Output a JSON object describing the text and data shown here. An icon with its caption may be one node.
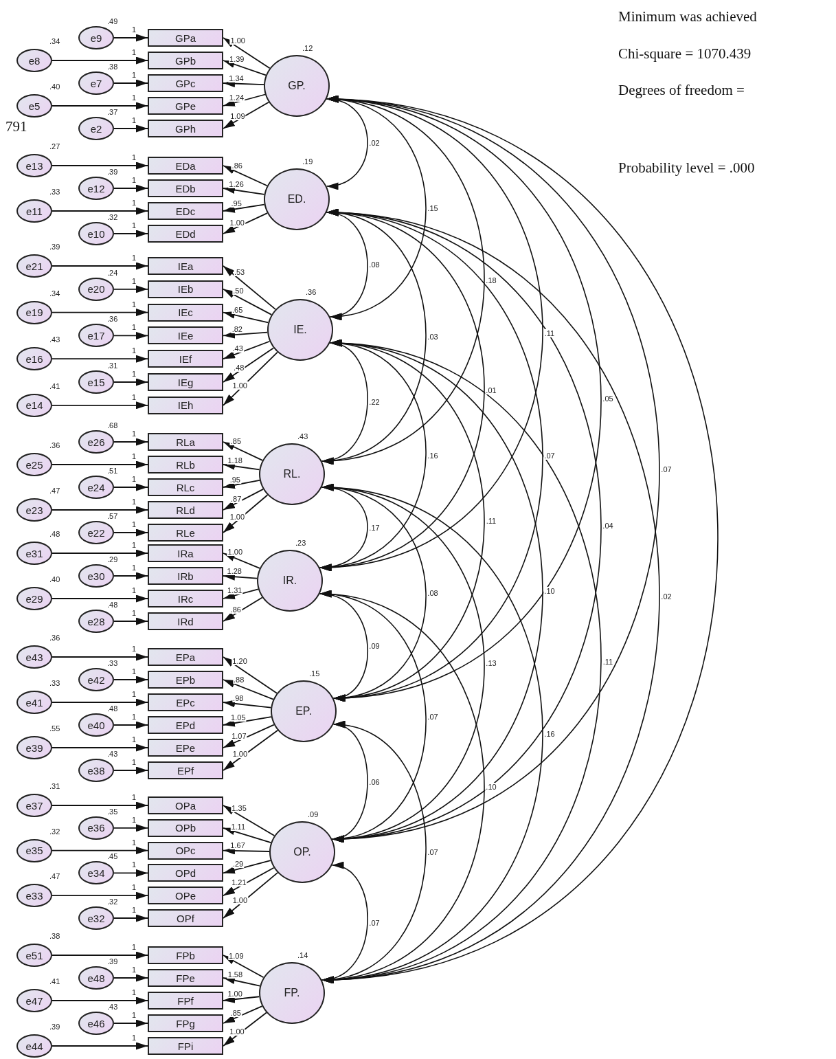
{
  "diagram": {
    "nodes": [
      {
        "text": [
          "GP."
        ],
        "beside": [
          ".12"
        ]
      },
      {
        "text": [
          "GPa"
        ]
      },
      {
        "text": [
          "e9"
        ],
        "beside": [
          ".49"
        ]
      },
      {
        "text": [
          "GPb"
        ]
      },
      {
        "text": [
          "e8"
        ],
        "beside": [
          ".34"
        ]
      },
      {
        "text": [
          "GPc"
        ]
      },
      {
        "text": [
          "e7"
        ],
        "beside": [
          ".38"
        ]
      },
      {
        "text": [
          "GPe"
        ]
      },
      {
        "text": [
          "e5"
        ],
        "beside": [
          ".40"
        ]
      },
      {
        "text": [
          "GPh"
        ]
      },
      {
        "text": [
          "e2"
        ],
        "beside": [
          ".37"
        ]
      },
      {
        "text": [
          "ED."
        ],
        "beside": [
          ".19"
        ]
      },
      {
        "text": [
          "EDa"
        ]
      },
      {
        "text": [
          "e13"
        ],
        "beside": [
          ".27"
        ]
      },
      {
        "text": [
          "EDb"
        ]
      },
      {
        "text": [
          "e12"
        ],
        "beside": [
          ".39"
        ]
      },
      {
        "text": [
          "EDc"
        ]
      },
      {
        "text": [
          "e11"
        ],
        "beside": [
          ".33"
        ]
      },
      {
        "text": [
          "EDd"
        ]
      },
      {
        "text": [
          "e10"
        ],
        "beside": [
          ".32"
        ]
      },
      {
        "text": [
          "IE."
        ],
        "beside": [
          ".36"
        ]
      },
      {
        "text": [
          "IEa"
        ]
      },
      {
        "text": [
          "e21"
        ],
        "beside": [
          ".39"
        ]
      },
      {
        "text": [
          "IEb"
        ]
      },
      {
        "text": [
          "e20"
        ],
        "beside": [
          ".24"
        ]
      },
      {
        "text": [
          "IEc"
        ]
      },
      {
        "text": [
          "e19"
        ],
        "beside": [
          ".34"
        ]
      },
      {
        "text": [
          "IEe"
        ]
      },
      {
        "text": [
          "e17"
        ],
        "beside": [
          ".36"
        ]
      },
      {
        "text": [
          "IEf"
        ]
      },
      {
        "text": [
          "e16"
        ],
        "beside": [
          ".43"
        ]
      },
      {
        "text": [
          "IEg"
        ]
      },
      {
        "text": [
          "e15"
        ],
        "beside": [
          ".31"
        ]
      },
      {
        "text": [
          "IEh"
        ]
      },
      {
        "text": [
          "e14"
        ],
        "beside": [
          ".41"
        ]
      },
      {
        "text": [
          "RL."
        ],
        "beside": [
          ".43"
        ]
      },
      {
        "text": [
          "RLa"
        ]
      },
      {
        "text": [
          "e26"
        ],
        "beside": [
          ".68"
        ]
      },
      {
        "text": [
          "RLb"
        ]
      },
      {
        "text": [
          "e25"
        ],
        "beside": [
          ".36"
        ]
      },
      {
        "text": [
          "RLc"
        ]
      },
      {
        "text": [
          "e24"
        ],
        "beside": [
          ".51"
        ]
      },
      {
        "text": [
          "RLd"
        ]
      },
      {
        "text": [
          "e23"
        ],
        "beside": [
          ".47"
        ]
      },
      {
        "text": [
          "RLe"
        ]
      },
      {
        "text": [
          "e22"
        ],
        "beside": [
          ".57"
        ]
      },
      {
        "text": [
          "IR."
        ],
        "beside": [
          ".23"
        ]
      },
      {
        "text": [
          "IRa"
        ]
      },
      {
        "text": [
          "e31"
        ],
        "beside": [
          ".48"
        ]
      },
      {
        "text": [
          "IRb"
        ]
      },
      {
        "text": [
          "e30"
        ],
        "beside": [
          ".29"
        ]
      },
      {
        "text": [
          "IRc"
        ]
      },
      {
        "text": [
          "e29"
        ],
        "beside": [
          ".40"
        ]
      },
      {
        "text": [
          "IRd"
        ]
      },
      {
        "text": [
          "e28"
        ],
        "beside": [
          ".48"
        ]
      },
      {
        "text": [
          "EP."
        ],
        "beside": [
          ".15"
        ]
      },
      {
        "text": [
          "EPa"
        ]
      },
      {
        "text": [
          "e43"
        ],
        "beside": [
          ".36"
        ]
      },
      {
        "text": [
          "EPb"
        ]
      },
      {
        "text": [
          "e42"
        ],
        "beside": [
          ".33"
        ]
      },
      {
        "text": [
          "EPc"
        ]
      },
      {
        "text": [
          "e41"
        ],
        "beside": [
          ".33"
        ]
      },
      {
        "text": [
          "EPd"
        ]
      },
      {
        "text": [
          "e40"
        ],
        "beside": [
          ".48"
        ]
      },
      {
        "text": [
          "EPe"
        ]
      },
      {
        "text": [
          "e39"
        ],
        "beside": [
          ".55"
        ]
      },
      {
        "text": [
          "EPf"
        ]
      },
      {
        "text": [
          "e38"
        ],
        "beside": [
          ".43"
        ]
      },
      {
        "text": [
          "OP."
        ],
        "beside": [
          ".09"
        ]
      },
      {
        "text": [
          "OPa"
        ]
      },
      {
        "text": [
          "e37"
        ],
        "beside": [
          ".31"
        ]
      },
      {
        "text": [
          "OPb"
        ]
      },
      {
        "text": [
          "e36"
        ],
        "beside": [
          ".35"
        ]
      },
      {
        "text": [
          "OPc"
        ]
      },
      {
        "text": [
          "e35"
        ],
        "beside": [
          ".32"
        ]
      },
      {
        "text": [
          "OPd"
        ]
      },
      {
        "text": [
          "e34"
        ],
        "beside": [
          ".45"
        ]
      },
      {
        "text": [
          "OPe"
        ]
      },
      {
        "text": [
          "e33"
        ],
        "beside": [
          ".47"
        ]
      },
      {
        "text": [
          "OPf"
        ]
      },
      {
        "text": [
          "e32"
        ],
        "beside": [
          ".32"
        ]
      },
      {
        "text": [
          "FP."
        ],
        "beside": [
          ".14"
        ]
      },
      {
        "text": [
          "FPb"
        ]
      },
      {
        "text": [
          "e51"
        ],
        "beside": [
          ".38"
        ]
      },
      {
        "text": [
          "FPe"
        ]
      },
      {
        "text": [
          "e48"
        ],
        "beside": [
          ".39"
        ]
      },
      {
        "text": [
          "FPf"
        ]
      },
      {
        "text": [
          "e47"
        ],
        "beside": [
          ".41"
        ]
      },
      {
        "text": [
          "FPg"
        ]
      },
      {
        "text": [
          "e46"
        ],
        "beside": [
          ".43"
        ]
      },
      {
        "text": [
          "FPi"
        ]
      },
      {
        "text": [
          "e44"
        ],
        "beside": [
          ".39"
        ]
      }
    ],
    "edges": [
      {
        "from": 2,
        "to": 1,
        "arrow": "to",
        "label": "1"
      },
      {
        "from": 0,
        "to": 1,
        "arrow": "to",
        "label": "1.00"
      },
      {
        "from": 4,
        "to": 3,
        "arrow": "to",
        "label": "1"
      },
      {
        "from": 0,
        "to": 3,
        "arrow": "to",
        "label": "1.39"
      },
      {
        "from": 6,
        "to": 5,
        "arrow": "to",
        "label": "1"
      },
      {
        "from": 0,
        "to": 5,
        "arrow": "to",
        "label": "1.34"
      },
      {
        "from": 8,
        "to": 7,
        "arrow": "to",
        "label": "1"
      },
      {
        "from": 0,
        "to": 7,
        "arrow": "to",
        "label": "1.24"
      },
      {
        "from": 10,
        "to": 9,
        "arrow": "to",
        "label": "1"
      },
      {
        "from": 0,
        "to": 9,
        "arrow": "to",
        "label": "1.09"
      },
      {
        "from": 13,
        "to": 12,
        "arrow": "to",
        "label": "1"
      },
      {
        "from": 11,
        "to": 12,
        "arrow": "to",
        "label": ".86"
      },
      {
        "from": 15,
        "to": 14,
        "arrow": "to",
        "label": "1"
      },
      {
        "from": 11,
        "to": 14,
        "arrow": "to",
        "label": "1.26"
      },
      {
        "from": 17,
        "to": 16,
        "arrow": "to",
        "label": "1"
      },
      {
        "from": 11,
        "to": 16,
        "arrow": "to",
        "label": ".95"
      },
      {
        "from": 19,
        "to": 18,
        "arrow": "to",
        "label": "1"
      },
      {
        "from": 11,
        "to": 18,
        "arrow": "to",
        "label": "1.00"
      },
      {
        "from": 22,
        "to": 21,
        "arrow": "to",
        "label": "1"
      },
      {
        "from": 20,
        "to": 21,
        "arrow": "to",
        "label": ".53"
      },
      {
        "from": 24,
        "to": 23,
        "arrow": "to",
        "label": "1"
      },
      {
        "from": 20,
        "to": 23,
        "arrow": "to",
        "label": ".50"
      },
      {
        "from": 26,
        "to": 25,
        "arrow": "to",
        "label": "1"
      },
      {
        "from": 20,
        "to": 25,
        "arrow": "to",
        "label": ".65"
      },
      {
        "from": 28,
        "to": 27,
        "arrow": "to",
        "label": "1"
      },
      {
        "from": 20,
        "to": 27,
        "arrow": "to",
        "label": ".82"
      },
      {
        "from": 30,
        "to": 29,
        "arrow": "to",
        "label": "1"
      },
      {
        "from": 20,
        "to": 29,
        "arrow": "to",
        "label": ".43"
      },
      {
        "from": 32,
        "to": 31,
        "arrow": "to",
        "label": "1"
      },
      {
        "from": 20,
        "to": 31,
        "arrow": "to",
        "label": ".48"
      },
      {
        "from": 34,
        "to": 33,
        "arrow": "to",
        "label": "1"
      },
      {
        "from": 20,
        "to": 33,
        "arrow": "to",
        "label": "1.00"
      },
      {
        "from": 37,
        "to": 36,
        "arrow": "to",
        "label": "1"
      },
      {
        "from": 35,
        "to": 36,
        "arrow": "to",
        "label": ".85"
      },
      {
        "from": 39,
        "to": 38,
        "arrow": "to",
        "label": "1"
      },
      {
        "from": 35,
        "to": 38,
        "arrow": "to",
        "label": "1.18"
      },
      {
        "from": 41,
        "to": 40,
        "arrow": "to",
        "label": "1"
      },
      {
        "from": 35,
        "to": 40,
        "arrow": "to",
        "label": ".95"
      },
      {
        "from": 43,
        "to": 42,
        "arrow": "to",
        "label": "1"
      },
      {
        "from": 35,
        "to": 42,
        "arrow": "to",
        "label": ".87"
      },
      {
        "from": 45,
        "to": 44,
        "arrow": "to",
        "label": "1"
      },
      {
        "from": 35,
        "to": 44,
        "arrow": "to",
        "label": "1.00"
      },
      {
        "from": 48,
        "to": 47,
        "arrow": "to",
        "label": "1"
      },
      {
        "from": 46,
        "to": 47,
        "arrow": "to",
        "label": "1.00"
      },
      {
        "from": 50,
        "to": 49,
        "arrow": "to",
        "label": "1"
      },
      {
        "from": 46,
        "to": 49,
        "arrow": "to",
        "label": "1.28"
      },
      {
        "from": 52,
        "to": 51,
        "arrow": "to",
        "label": "1"
      },
      {
        "from": 46,
        "to": 51,
        "arrow": "to",
        "label": "1.31"
      },
      {
        "from": 54,
        "to": 53,
        "arrow": "to",
        "label": "1"
      },
      {
        "from": 46,
        "to": 53,
        "arrow": "to",
        "label": ".86"
      },
      {
        "from": 57,
        "to": 56,
        "arrow": "to",
        "label": "1"
      },
      {
        "from": 55,
        "to": 56,
        "arrow": "to",
        "label": "1.20"
      },
      {
        "from": 59,
        "to": 58,
        "arrow": "to",
        "label": "1"
      },
      {
        "from": 55,
        "to": 58,
        "arrow": "to",
        "label": ".88"
      },
      {
        "from": 61,
        "to": 60,
        "arrow": "to",
        "label": "1"
      },
      {
        "from": 55,
        "to": 60,
        "arrow": "to",
        "label": ".98"
      },
      {
        "from": 63,
        "to": 62,
        "arrow": "to",
        "label": "1"
      },
      {
        "from": 55,
        "to": 62,
        "arrow": "to",
        "label": "1.05"
      },
      {
        "from": 65,
        "to": 64,
        "arrow": "to",
        "label": "1"
      },
      {
        "from": 55,
        "to": 64,
        "arrow": "to",
        "label": "1.07"
      },
      {
        "from": 67,
        "to": 66,
        "arrow": "to",
        "label": "1"
      },
      {
        "from": 55,
        "to": 66,
        "arrow": "to",
        "label": "1.00"
      },
      {
        "from": 70,
        "to": 69,
        "arrow": "to",
        "label": "1"
      },
      {
        "from": 68,
        "to": 69,
        "arrow": "to",
        "label": "1.35"
      },
      {
        "from": 72,
        "to": 71,
        "arrow": "to",
        "label": "1"
      },
      {
        "from": 68,
        "to": 71,
        "arrow": "to",
        "label": "1.11"
      },
      {
        "from": 74,
        "to": 73,
        "arrow": "to",
        "label": "1"
      },
      {
        "from": 68,
        "to": 73,
        "arrow": "to",
        "label": "1.67"
      },
      {
        "from": 76,
        "to": 75,
        "arrow": "to",
        "label": "1"
      },
      {
        "from": 68,
        "to": 75,
        "arrow": "to",
        "label": ".29"
      },
      {
        "from": 78,
        "to": 77,
        "arrow": "to",
        "label": "1"
      },
      {
        "from": 68,
        "to": 77,
        "arrow": "to",
        "label": "1.21"
      },
      {
        "from": 80,
        "to": 79,
        "arrow": "to",
        "label": "1"
      },
      {
        "from": 68,
        "to": 79,
        "arrow": "to",
        "label": "1.00"
      },
      {
        "from": 83,
        "to": 82,
        "arrow": "to",
        "label": "1"
      },
      {
        "from": 81,
        "to": 82,
        "arrow": "to",
        "label": "1.09"
      },
      {
        "from": 85,
        "to": 84,
        "arrow": "to",
        "label": "1"
      },
      {
        "from": 81,
        "to": 84,
        "arrow": "to",
        "label": "1.58"
      },
      {
        "from": 87,
        "to": 86,
        "arrow": "to",
        "label": "1"
      },
      {
        "from": 81,
        "to": 86,
        "arrow": "to",
        "label": "1.00"
      },
      {
        "from": 89,
        "to": 88,
        "arrow": "to",
        "label": "1"
      },
      {
        "from": 81,
        "to": 88,
        "arrow": "to",
        "label": ".85"
      },
      {
        "from": 91,
        "to": 90,
        "arrow": "to",
        "label": "1"
      },
      {
        "from": 81,
        "to": 90,
        "arrow": "to",
        "label": "1.00"
      },
      {
        "from": 0,
        "to": 11,
        "arrow": "both",
        "label": ".02"
      },
      {
        "from": 11,
        "to": 20,
        "arrow": "both",
        "label": ".08"
      },
      {
        "from": 20,
        "to": 35,
        "arrow": "both",
        "label": ".22"
      },
      {
        "from": 35,
        "to": 46,
        "arrow": "both",
        "label": ".17"
      },
      {
        "from": 46,
        "to": 55,
        "arrow": "both",
        "label": ".09"
      },
      {
        "from": 55,
        "to": 68,
        "arrow": "both",
        "label": ".06"
      },
      {
        "from": 68,
        "to": 81,
        "arrow": "both",
        "label": ".07"
      },
      {
        "from": 0,
        "to": 20,
        "arrow": "both",
        "label": ".15"
      },
      {
        "from": 11,
        "to": 35,
        "arrow": "both",
        "label": ".03"
      },
      {
        "from": 20,
        "to": 46,
        "arrow": "both",
        "label": ".16"
      },
      {
        "from": 35,
        "to": 55,
        "arrow": "both",
        "label": ".08"
      },
      {
        "from": 46,
        "to": 68,
        "arrow": "both",
        "label": ".07"
      },
      {
        "from": 55,
        "to": 81,
        "arrow": "both",
        "label": ".07"
      },
      {
        "from": 0,
        "to": 35,
        "arrow": "both",
        "label": ".18"
      },
      {
        "from": 11,
        "to": 46,
        "arrow": "both",
        "label": ".01"
      },
      {
        "from": 20,
        "to": 55,
        "arrow": "both",
        "label": ".11"
      },
      {
        "from": 35,
        "to": 68,
        "arrow": "both",
        "label": ".13"
      },
      {
        "from": 46,
        "to": 81,
        "arrow": "both",
        "label": ".10"
      },
      {
        "from": 0,
        "to": 46,
        "arrow": "both",
        "label": ".11"
      },
      {
        "from": 11,
        "to": 55,
        "arrow": "both",
        "label": ".07"
      },
      {
        "from": 20,
        "to": 68,
        "arrow": "both",
        "label": ".10"
      },
      {
        "from": 35,
        "to": 81,
        "arrow": "both",
        "label": ".16"
      },
      {
        "from": 0,
        "to": 55,
        "arrow": "both",
        "label": ".05"
      },
      {
        "from": 11,
        "to": 68,
        "arrow": "both",
        "label": ".04"
      },
      {
        "from": 20,
        "to": 81,
        "arrow": "both",
        "label": ".11"
      },
      {
        "from": 0,
        "to": 68,
        "arrow": "both",
        "label": ".07"
      },
      {
        "from": 11,
        "to": 81,
        "arrow": "both",
        "label": ".02"
      },
      {
        "from": 0,
        "to": 81,
        "arrow": "both"
      }
    ],
    "labels": [
      "Minimum was achieved",
      "Chi-square = 1070.439",
      "Degrees of freedom =",
      "791",
      "Probability level = .000"
    ]
  }
}
